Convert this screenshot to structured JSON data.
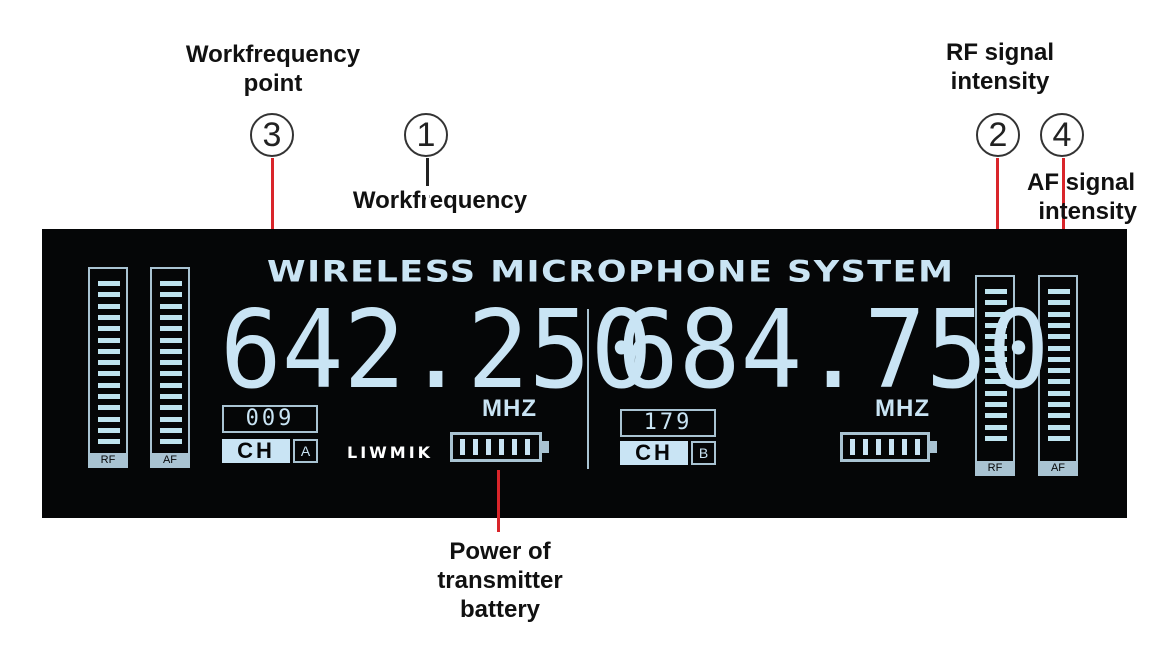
{
  "annotations": {
    "workfrequency_point": {
      "line1": "Workfrequency",
      "line2": "point",
      "number": "3"
    },
    "workfrequency": {
      "label": "Workfrequency",
      "number": "1"
    },
    "rf_signal": {
      "line1": "RF signal",
      "line2": "intensity",
      "number": "2"
    },
    "af_signal": {
      "line1": "AF signal",
      "line2": "intensity",
      "number": "4"
    },
    "battery": {
      "line1": "Power of",
      "line2": "transmitter",
      "line3": "battery"
    }
  },
  "display": {
    "title": "WIRELESS MICROPHONE SYSTEM",
    "brand": "LIWMIK",
    "channel_a": {
      "frequency": "642.250",
      "unit": "MHZ",
      "channel_number": "009",
      "ch_label": "CH",
      "letter": "A",
      "battery_bars": 6
    },
    "channel_b": {
      "frequency": "684.750",
      "unit": "MHZ",
      "channel_number": "179",
      "ch_label": "CH",
      "letter": "B",
      "battery_bars": 6
    },
    "meters": [
      {
        "tag": "RF",
        "segments_lit": 15
      },
      {
        "tag": "AF",
        "segments_lit": 15
      },
      {
        "tag": "RF",
        "segments_lit": 14
      },
      {
        "tag": "AF",
        "segments_lit": 14
      }
    ]
  },
  "colors": {
    "lcd": "#c9e4f4",
    "panel": "#050607",
    "leader": "#d9252a"
  }
}
